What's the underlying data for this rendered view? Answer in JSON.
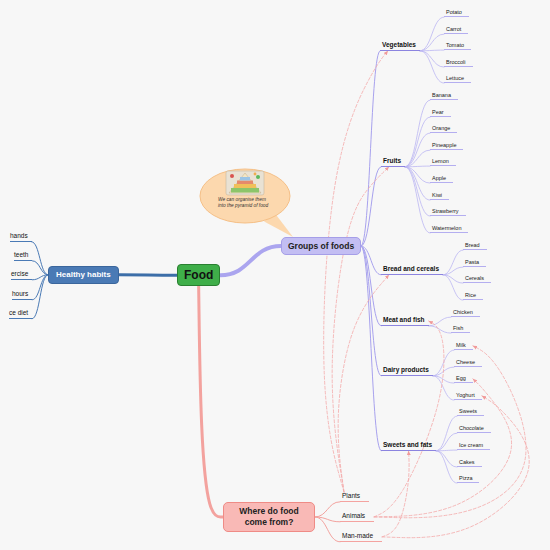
{
  "diagram": {
    "nodes": [
      {
        "text": [
          "Food"
        ]
      },
      {
        "text": [
          "Healthy habits"
        ]
      },
      {
        "text": [
          "hands"
        ]
      },
      {
        "text": [
          "teeth"
        ]
      },
      {
        "text": [
          "ercise"
        ]
      },
      {
        "text": [
          "hours"
        ]
      },
      {
        "text": [
          "ce diet"
        ]
      },
      {
        "text": [
          "Groups of foods"
        ]
      },
      {
        "text": [
          "We can organise them into the pyramid of food"
        ]
      },
      {
        "text": [
          "Vegetables"
        ]
      },
      {
        "text": [
          "Potato"
        ]
      },
      {
        "text": [
          "Carrot"
        ]
      },
      {
        "text": [
          "Tomato"
        ]
      },
      {
        "text": [
          "Broccoli"
        ]
      },
      {
        "text": [
          "Lettuce"
        ]
      },
      {
        "text": [
          "Fruits"
        ]
      },
      {
        "text": [
          "Banana"
        ]
      },
      {
        "text": [
          "Pear"
        ]
      },
      {
        "text": [
          "Orange"
        ]
      },
      {
        "text": [
          "Pineapple"
        ]
      },
      {
        "text": [
          "Lemon"
        ]
      },
      {
        "text": [
          "Apple"
        ]
      },
      {
        "text": [
          "Kiwi"
        ]
      },
      {
        "text": [
          "Strawberry"
        ]
      },
      {
        "text": [
          "Watermelon"
        ]
      },
      {
        "text": [
          "Bread and cereals"
        ]
      },
      {
        "text": [
          "Bread"
        ]
      },
      {
        "text": [
          "Pasta"
        ]
      },
      {
        "text": [
          "Cereals"
        ]
      },
      {
        "text": [
          "Rice"
        ]
      },
      {
        "text": [
          "Meat and fish"
        ]
      },
      {
        "text": [
          "Chicken"
        ]
      },
      {
        "text": [
          "Fish"
        ]
      },
      {
        "text": [
          "Dairy products"
        ]
      },
      {
        "text": [
          "Milk"
        ]
      },
      {
        "text": [
          "Cheese"
        ]
      },
      {
        "text": [
          "Egg"
        ]
      },
      {
        "text": [
          "Yoghurt"
        ]
      },
      {
        "text": [
          "Sweets and fats"
        ]
      },
      {
        "text": [
          "Sweets"
        ]
      },
      {
        "text": [
          "Chocolate"
        ]
      },
      {
        "text": [
          "Ice cream"
        ]
      },
      {
        "text": [
          "Cakes"
        ]
      },
      {
        "text": [
          "Pizza"
        ]
      },
      {
        "text": [
          "Where do food come from?"
        ]
      },
      {
        "text": [
          "Plants"
        ]
      },
      {
        "text": [
          "Animals"
        ]
      },
      {
        "text": [
          "Man-made"
        ]
      }
    ],
    "edges": [
      {
        "from": 0,
        "to": 1,
        "arrow": "none"
      },
      {
        "from": 1,
        "to": 2,
        "arrow": "none"
      },
      {
        "from": 1,
        "to": 3,
        "arrow": "none"
      },
      {
        "from": 1,
        "to": 4,
        "arrow": "none"
      },
      {
        "from": 1,
        "to": 5,
        "arrow": "none"
      },
      {
        "from": 1,
        "to": 6,
        "arrow": "none"
      },
      {
        "from": 0,
        "to": 7,
        "arrow": "none"
      },
      {
        "from": 8,
        "to": 7,
        "arrow": "none"
      },
      {
        "from": 7,
        "to": 9,
        "arrow": "none"
      },
      {
        "from": 7,
        "to": 15,
        "arrow": "none"
      },
      {
        "from": 7,
        "to": 25,
        "arrow": "none"
      },
      {
        "from": 7,
        "to": 30,
        "arrow": "none"
      },
      {
        "from": 7,
        "to": 33,
        "arrow": "none"
      },
      {
        "from": 7,
        "to": 38,
        "arrow": "none"
      },
      {
        "from": 9,
        "to": 10,
        "arrow": "none"
      },
      {
        "from": 9,
        "to": 11,
        "arrow": "none"
      },
      {
        "from": 9,
        "to": 12,
        "arrow": "none"
      },
      {
        "from": 9,
        "to": 13,
        "arrow": "none"
      },
      {
        "from": 9,
        "to": 14,
        "arrow": "none"
      },
      {
        "from": 15,
        "to": 16,
        "arrow": "none"
      },
      {
        "from": 15,
        "to": 17,
        "arrow": "none"
      },
      {
        "from": 15,
        "to": 18,
        "arrow": "none"
      },
      {
        "from": 15,
        "to": 19,
        "arrow": "none"
      },
      {
        "from": 15,
        "to": 20,
        "arrow": "none"
      },
      {
        "from": 15,
        "to": 21,
        "arrow": "none"
      },
      {
        "from": 15,
        "to": 22,
        "arrow": "none"
      },
      {
        "from": 15,
        "to": 23,
        "arrow": "none"
      },
      {
        "from": 15,
        "to": 24,
        "arrow": "none"
      },
      {
        "from": 25,
        "to": 26,
        "arrow": "none"
      },
      {
        "from": 25,
        "to": 27,
        "arrow": "none"
      },
      {
        "from": 25,
        "to": 28,
        "arrow": "none"
      },
      {
        "from": 25,
        "to": 29,
        "arrow": "none"
      },
      {
        "from": 30,
        "to": 31,
        "arrow": "none"
      },
      {
        "from": 30,
        "to": 32,
        "arrow": "none"
      },
      {
        "from": 33,
        "to": 34,
        "arrow": "none"
      },
      {
        "from": 33,
        "to": 35,
        "arrow": "none"
      },
      {
        "from": 33,
        "to": 36,
        "arrow": "none"
      },
      {
        "from": 33,
        "to": 37,
        "arrow": "none"
      },
      {
        "from": 38,
        "to": 39,
        "arrow": "none"
      },
      {
        "from": 38,
        "to": 40,
        "arrow": "none"
      },
      {
        "from": 38,
        "to": 41,
        "arrow": "none"
      },
      {
        "from": 38,
        "to": 42,
        "arrow": "none"
      },
      {
        "from": 38,
        "to": 43,
        "arrow": "none"
      },
      {
        "from": 0,
        "to": 44,
        "arrow": "none"
      },
      {
        "from": 44,
        "to": 45,
        "arrow": "none"
      },
      {
        "from": 44,
        "to": 46,
        "arrow": "none"
      },
      {
        "from": 44,
        "to": 47,
        "arrow": "none"
      },
      {
        "from": 45,
        "to": 9,
        "arrow": "to"
      },
      {
        "from": 45,
        "to": 15,
        "arrow": "to"
      },
      {
        "from": 45,
        "to": 25,
        "arrow": "to"
      },
      {
        "from": 46,
        "to": 30,
        "arrow": "to"
      },
      {
        "from": 46,
        "to": 34,
        "arrow": "to"
      },
      {
        "from": 46,
        "to": 36,
        "arrow": "to"
      },
      {
        "from": 47,
        "to": 38,
        "arrow": "to"
      },
      {
        "from": 47,
        "to": 37,
        "arrow": "to"
      }
    ]
  }
}
